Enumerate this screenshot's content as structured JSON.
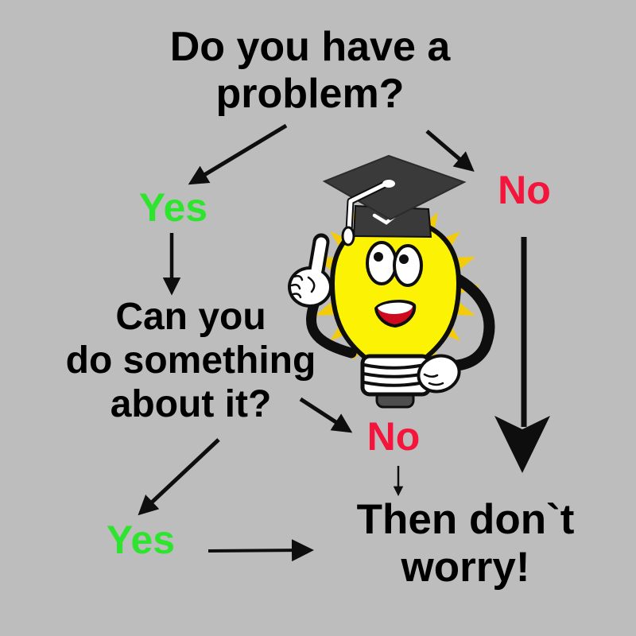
{
  "palette": {
    "bg": "#BEBDBD",
    "text_black": "#000000",
    "yes_green": "#2EE42E",
    "no_red": "#F3153B",
    "arrow_black": "#0E0E0E",
    "bulb_yellow": "#FBF303",
    "ray_gold": "#F2CC0B",
    "cap_gray": "#3A3A3A",
    "mouth_red": "#CF0A1E"
  },
  "flowchart": {
    "question1": "Do you have a\nproblem?",
    "branch1_yes": "Yes",
    "branch1_no": "No",
    "question2": "Can you\ndo something\nabout it?",
    "branch2_no": "No",
    "branch2_yes": "Yes",
    "conclusion": "Then don`t\nworry!"
  },
  "icons": {
    "mascot": "lightbulb-graduate-mascot"
  }
}
